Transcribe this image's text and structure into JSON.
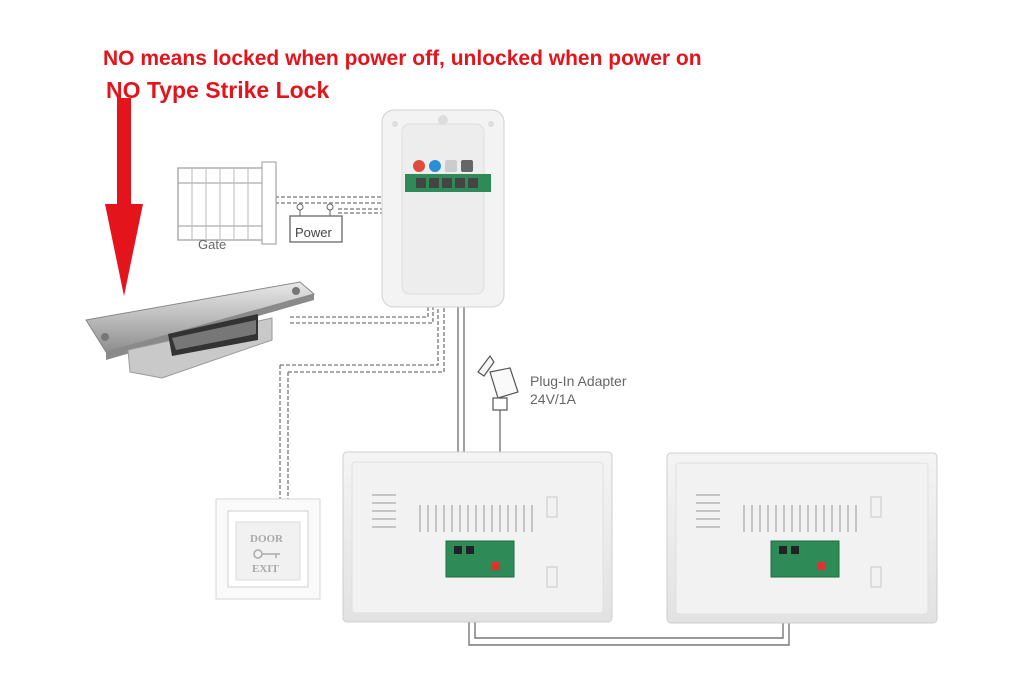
{
  "header": {
    "line1": "NO means locked when power off, unlocked when power on",
    "line2": "NO Type Strike Lock"
  },
  "labels": {
    "gate": "Gate",
    "power": "Power",
    "adapter_line1": "Plug-In Adapter",
    "adapter_line2": "24V/1A",
    "exit_button_top": "DOOR",
    "exit_button_bottom": "EXIT"
  },
  "colors": {
    "accent_red": "#e3141b",
    "wire": "#777777",
    "device_body": "#eeeeee",
    "terminal_green": "#2e8b57"
  },
  "icons": {
    "arrow": "down-arrow-icon",
    "gate": "gate-icon",
    "battery": "battery-icon",
    "lock": "strike-lock-icon",
    "plug": "plug-adapter-icon",
    "key": "key-icon"
  }
}
